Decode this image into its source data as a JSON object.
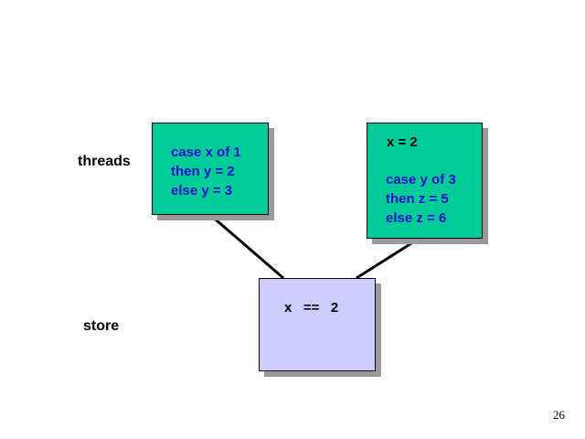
{
  "labels": {
    "threads": "threads",
    "store": "store"
  },
  "thread1": {
    "lines": [
      "case x of 1",
      "then y = 2",
      "else y = 3"
    ]
  },
  "thread2": {
    "binding": "x = 2",
    "lines": [
      "case y of 3",
      "then z = 5",
      "else z = 6"
    ]
  },
  "store": {
    "content": "x   ==   2"
  },
  "page_number": "26",
  "colors": {
    "thread_fill": "#00cc99",
    "store_fill": "#ccccff",
    "code_text": "#1010c8",
    "shadow": "#9a9a9a"
  }
}
